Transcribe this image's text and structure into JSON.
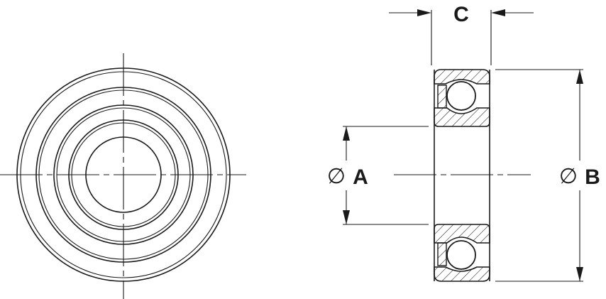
{
  "labels": {
    "c": "C",
    "a": "A",
    "b": "B",
    "diameter_symbol": "∅"
  }
}
